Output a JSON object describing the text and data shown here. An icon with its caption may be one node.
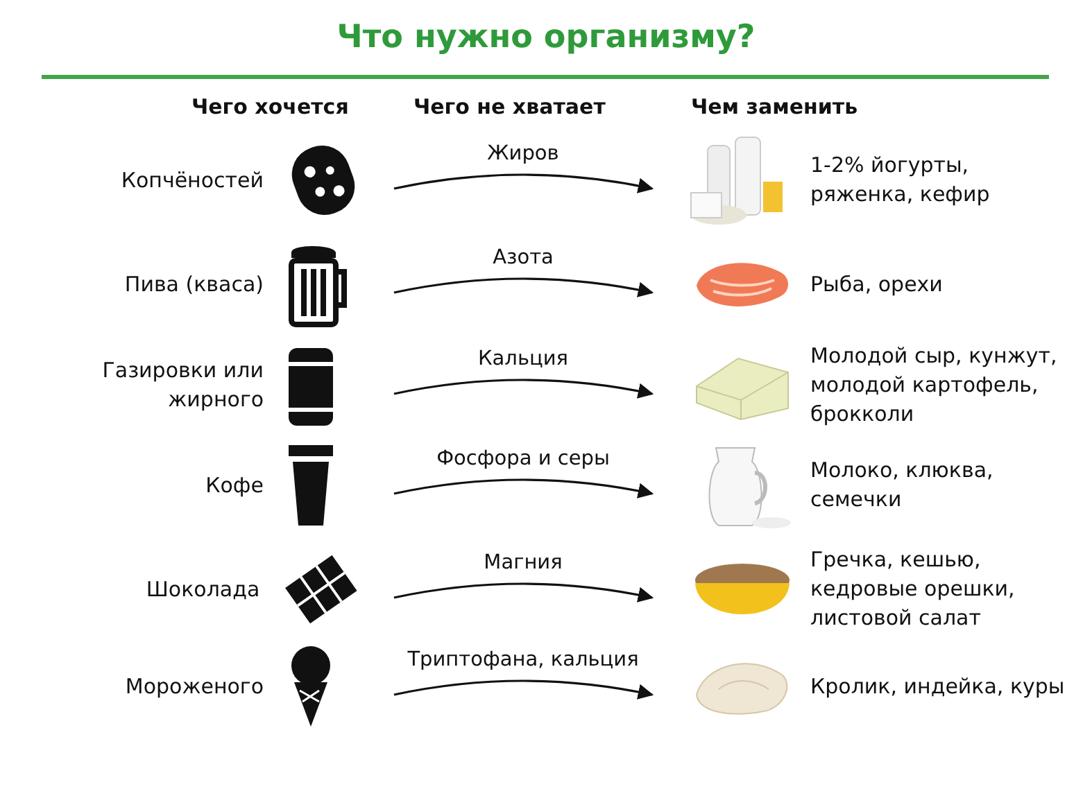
{
  "diagram": {
    "title": "Что нужно организму?",
    "nodes": [
      {
        "text": [
          "Копчёностей"
        ]
      },
      {
        "text": [
          "1-2% йогурты, ряженка, кефир"
        ]
      },
      {
        "text": [
          "Пива (кваса)"
        ]
      },
      {
        "text": [
          "Рыба, орехи"
        ]
      },
      {
        "text": [
          "Газировки или жирного"
        ]
      },
      {
        "text": [
          "Молодой сыр, кунжут, молодой картофель, брокколи"
        ]
      },
      {
        "text": [
          "Кофе"
        ]
      },
      {
        "text": [
          "Молоко, клюква, семечки"
        ]
      },
      {
        "text": [
          "Шоколада"
        ]
      },
      {
        "text": [
          "Гречка, кешью, кедровые орешки, листовой салат"
        ]
      },
      {
        "text": [
          "Мороженого"
        ]
      },
      {
        "text": [
          "Кролик, индейка, куры"
        ]
      }
    ],
    "edges": [
      {
        "from": 0,
        "to": 1,
        "arrow": "to",
        "label": "Жиров"
      },
      {
        "from": 2,
        "to": 3,
        "arrow": "to",
        "label": "Азота"
      },
      {
        "from": 4,
        "to": 5,
        "arrow": "to",
        "label": "Кальция"
      },
      {
        "from": 6,
        "to": 7,
        "arrow": "to",
        "label": "Фосфора и серы"
      },
      {
        "from": 8,
        "to": 9,
        "arrow": "to",
        "label": "Магния"
      },
      {
        "from": 10,
        "to": 11,
        "arrow": "to",
        "label": "Триптофана, кальция"
      }
    ],
    "labels": [
      "Чего хочется",
      "Чего не хватает",
      "Чем заменить"
    ]
  }
}
